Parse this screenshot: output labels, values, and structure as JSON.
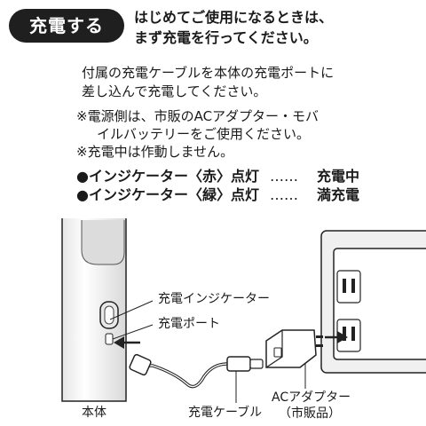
{
  "header": {
    "badge": "充電する",
    "heading_lines": [
      "はじめてご使用になるときは、",
      "まず充電を行ってください。"
    ]
  },
  "instruction": {
    "lines": [
      "付属の充電ケーブルを本体の充電ポートに",
      "差し込んで充電してください。"
    ]
  },
  "notes": {
    "line1": "※電源側は、市販のACアダプター・モバ",
    "line2": "イルバッテリーをご使用ください。",
    "line3": "※充電中は作動しません。"
  },
  "indicators": [
    {
      "label": "●インジケーター〈赤〉点灯",
      "dots": "……",
      "state": "充電中"
    },
    {
      "label": "●インジケーター〈緑〉点灯",
      "dots": "……",
      "state": "満充電"
    }
  ],
  "diagram": {
    "indicator_label": "充電インジケーター",
    "port_label": "充電ポート",
    "body_label": "本体",
    "cable_label": "充電ケーブル",
    "adapter_label": "ACアダプター",
    "adapter_sub": "（市販品）"
  }
}
